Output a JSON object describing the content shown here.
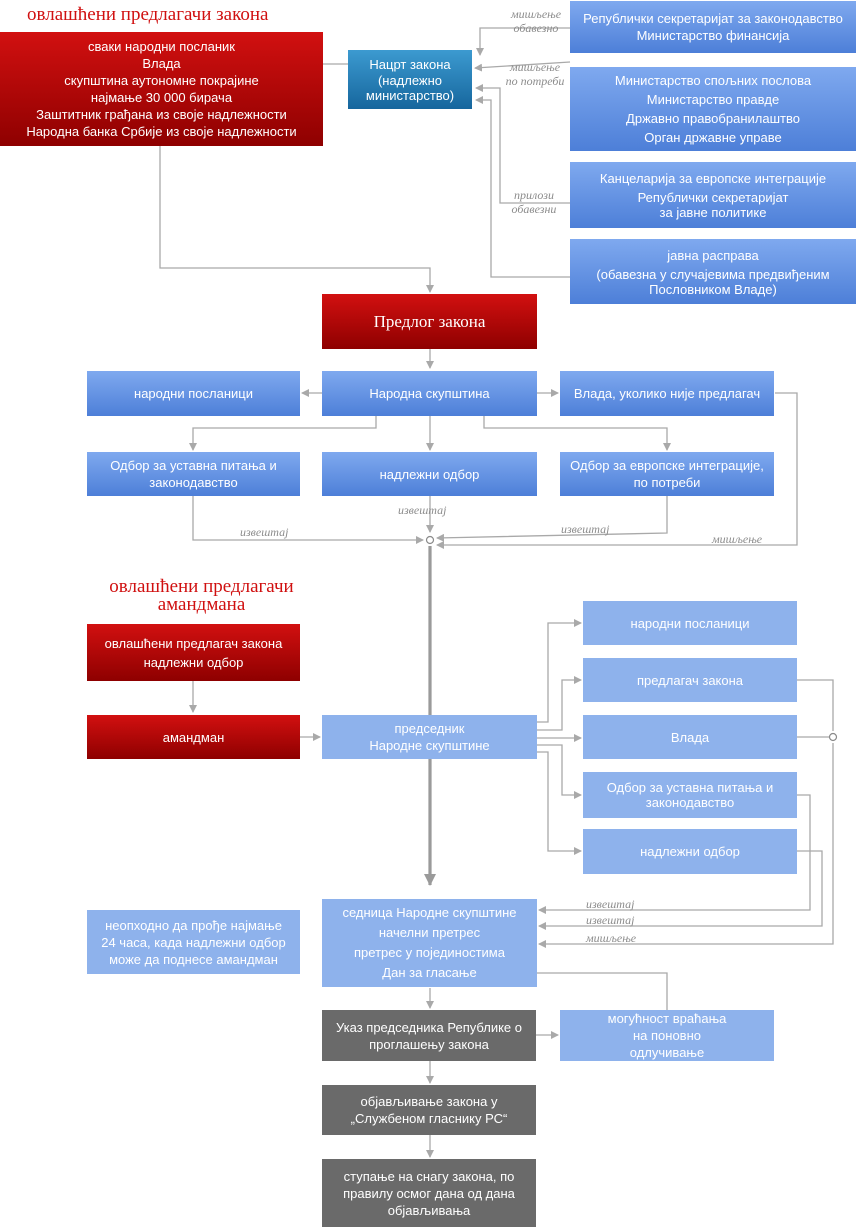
{
  "headings": {
    "law_proposers": "овлашћени предлагачи закона",
    "amendment_proposers": "овлашћени предлагачи амандмана"
  },
  "proposers": [
    "сваки народни посланик",
    "Влада",
    "скупштина аутономне покрајине",
    "најмање 30 000 бирача",
    "Заштитник грађана из своје надлежности",
    "Народна банка Србије из своје надлежности"
  ],
  "draft": {
    "title": "Нацрт закона",
    "subtitle": "(надлежно министарство)"
  },
  "consultations": [
    {
      "lines": [
        "Републички секретаријат за законодавство",
        "Министарство финансија"
      ],
      "label": [
        "мишљење",
        "обавезно"
      ]
    },
    {
      "lines": [
        "Министарство спољних послова",
        "Министарство правде",
        "Државно правобранилаштво",
        "Орган државне управе"
      ],
      "label": [
        "мишљење",
        "по потреби"
      ]
    },
    {
      "lines": [
        "Канцеларија за европске интеграције",
        "Републички секретаријат",
        "за јавне политике"
      ],
      "label": [
        "прилози",
        "обавезни"
      ]
    },
    {
      "lines": [
        "јавна расправа",
        "(обавезна у случајевима предвиђеним",
        "Пословником Владе)"
      ],
      "label": []
    }
  ],
  "proposal": "Предлог закона",
  "assembly_row": {
    "left": "народни посланици",
    "center": "Народна скупштина",
    "right": "Влада, уколико није предлагач"
  },
  "committees": {
    "constitutional": "Одбор за уставна питања и законодавство",
    "competent": "надлежни одбор",
    "european": "Одбор за европске интеграције, по потреби"
  },
  "flow_labels": {
    "report": "извештај",
    "opinion": "мишљење"
  },
  "amendment_proposers": [
    "овлашћени предлагач закона",
    "надлежни одбор"
  ],
  "amendment": "амандман",
  "speaker": [
    "председник",
    "Народне скупштине"
  ],
  "speaker_targets": [
    "народни посланици",
    "предлагач закона",
    "Влада",
    "Одбор за уставна питања и законодавство",
    "надлежни одбор"
  ],
  "session": [
    "седница Народне скупштине",
    "начелни претрес",
    "претрес у појединостима",
    "Дан за гласање"
  ],
  "note": "неопходно да прође најмање 24 часа, када надлежни одбор може да поднесе амандман",
  "promulgation": "Указ председника Републике о проглашењу закона",
  "return_option": "могућност враћања на поновно одлучивање",
  "publication": "објављивање закона у „Службеном гласнику РС“",
  "entry_into_force": "ступање на снагу закона, по правилу осмог дана од дана објављивања"
}
